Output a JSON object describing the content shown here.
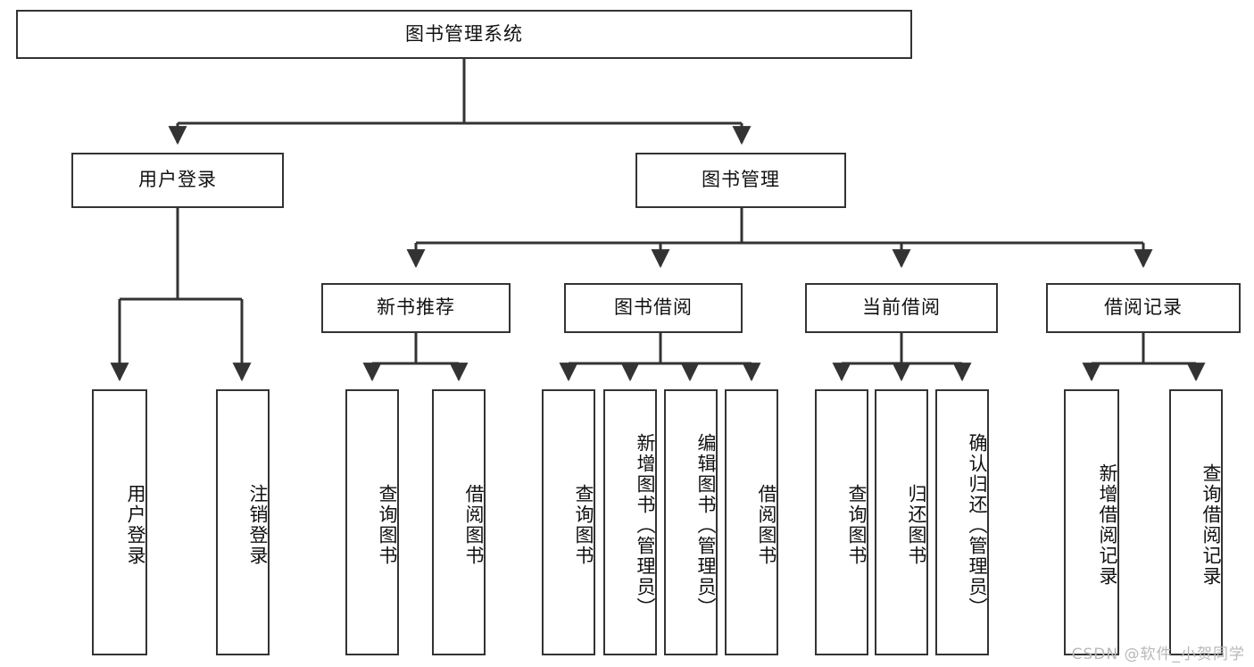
{
  "diagram": {
    "title": "图书管理系统",
    "watermark": "CSDN @软件_小贺同学",
    "accent_color": "#333333",
    "background_color": "#ffffff",
    "nodes": {
      "root": "图书管理系统",
      "level2": {
        "user_login": "用户登录",
        "book_manage": "图书管理"
      },
      "level3": {
        "new_book_rec": "新书推荐",
        "book_borrow": "图书借阅",
        "current_borrow": "当前借阅",
        "borrow_record": "借阅记录"
      },
      "leaves": {
        "login_1": "用户登录",
        "login_2": "注销登录",
        "rec_1": "查询图书",
        "rec_2": "借阅图书",
        "borrow_1": "查询图书",
        "borrow_2": "新增图书（管理员）",
        "borrow_3": "编辑图书（管理员）",
        "borrow_4": "借阅图书",
        "current_1": "查询图书",
        "current_2": "归还图书",
        "current_3": "确认归还（管理员）",
        "record_1": "新增借阅记录",
        "record_2": "查询借阅记录"
      }
    }
  }
}
